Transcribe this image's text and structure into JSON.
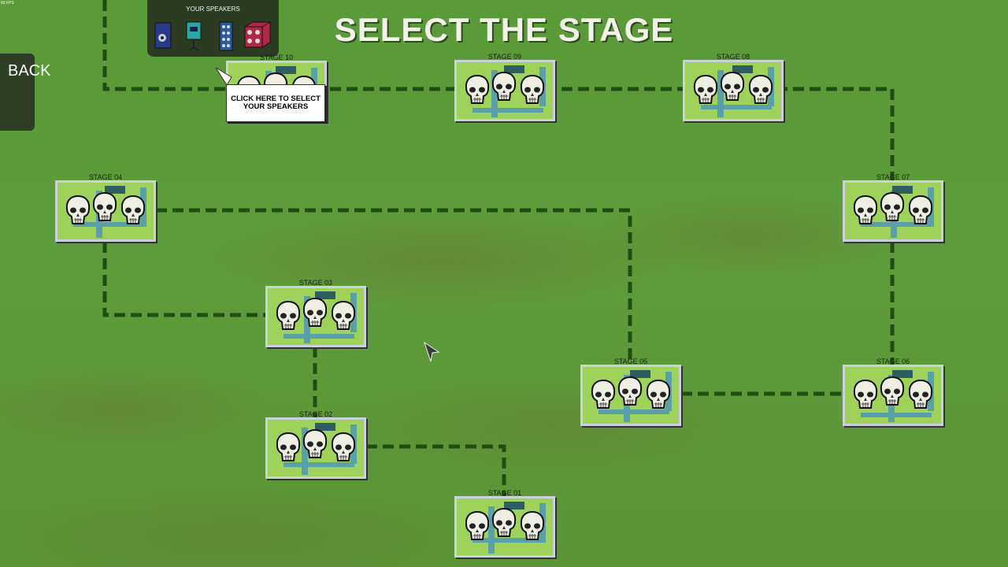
{
  "fps": "60 FPS",
  "title": "SELECT THE STAGE",
  "back_label": "BACK",
  "speakers_panel": {
    "label": "YOUR SPEAKERS",
    "items": [
      "blue-speaker",
      "teal-speaker",
      "column-speaker",
      "red-speaker"
    ]
  },
  "tooltip": "CLICK HERE TO SELECT YOUR SPEAKERS",
  "stages": [
    {
      "label": "STAGE 01"
    },
    {
      "label": "STAGE 02"
    },
    {
      "label": "STAGE 03"
    },
    {
      "label": "STAGE 04"
    },
    {
      "label": "STAGE 05"
    },
    {
      "label": "STAGE 06"
    },
    {
      "label": "STAGE 07"
    },
    {
      "label": "STAGE 08"
    },
    {
      "label": "STAGE 09"
    },
    {
      "label": "STAGE 10"
    }
  ],
  "colors": {
    "path": "#1f4d12",
    "panel": "#2e3d26"
  }
}
